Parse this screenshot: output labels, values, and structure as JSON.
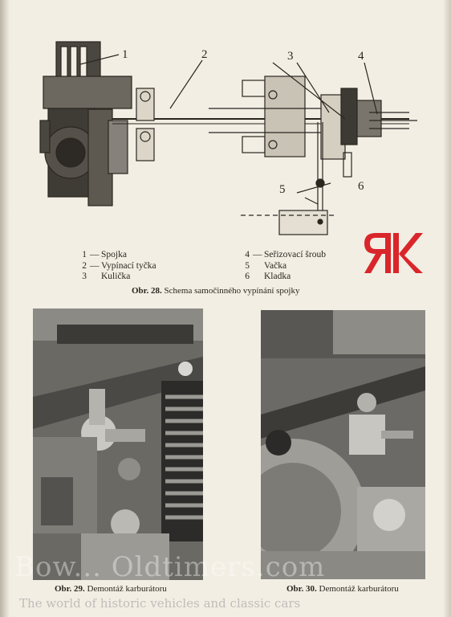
{
  "diagram": {
    "callouts": [
      "1",
      "2",
      "3",
      "4",
      "5",
      "6"
    ]
  },
  "legend": {
    "left": [
      {
        "num": "1",
        "dash": "—",
        "label": "Spojka"
      },
      {
        "num": "2",
        "dash": "—",
        "label": "Vypínací tyčka"
      },
      {
        "num": "3",
        "dash": "",
        "label": "Kulička"
      }
    ],
    "right": [
      {
        "num": "4",
        "dash": "—",
        "label": "Seřizovací šroub"
      },
      {
        "num": "5",
        "dash": "",
        "label": "Vačka"
      },
      {
        "num": "6",
        "dash": "",
        "label": "Kladka"
      }
    ]
  },
  "logo": {
    "text": "RK",
    "color": "#d9262b"
  },
  "captions": {
    "fig28": {
      "label": "Obr. 28.",
      "text": "Schema samočinného vypínání spojky"
    },
    "fig29": {
      "label": "Obr. 29.",
      "text": "Demontáž karburátoru"
    },
    "fig30": {
      "label": "Obr. 30.",
      "text": "Demontáž karburátoru"
    }
  },
  "watermark": {
    "main": "Bow... Oldtimers.com",
    "sub": "The world of historic vehicles and classic cars"
  },
  "colors": {
    "paper": "#f2eee4",
    "ink": "#2a2620",
    "accent": "#d9262b"
  }
}
